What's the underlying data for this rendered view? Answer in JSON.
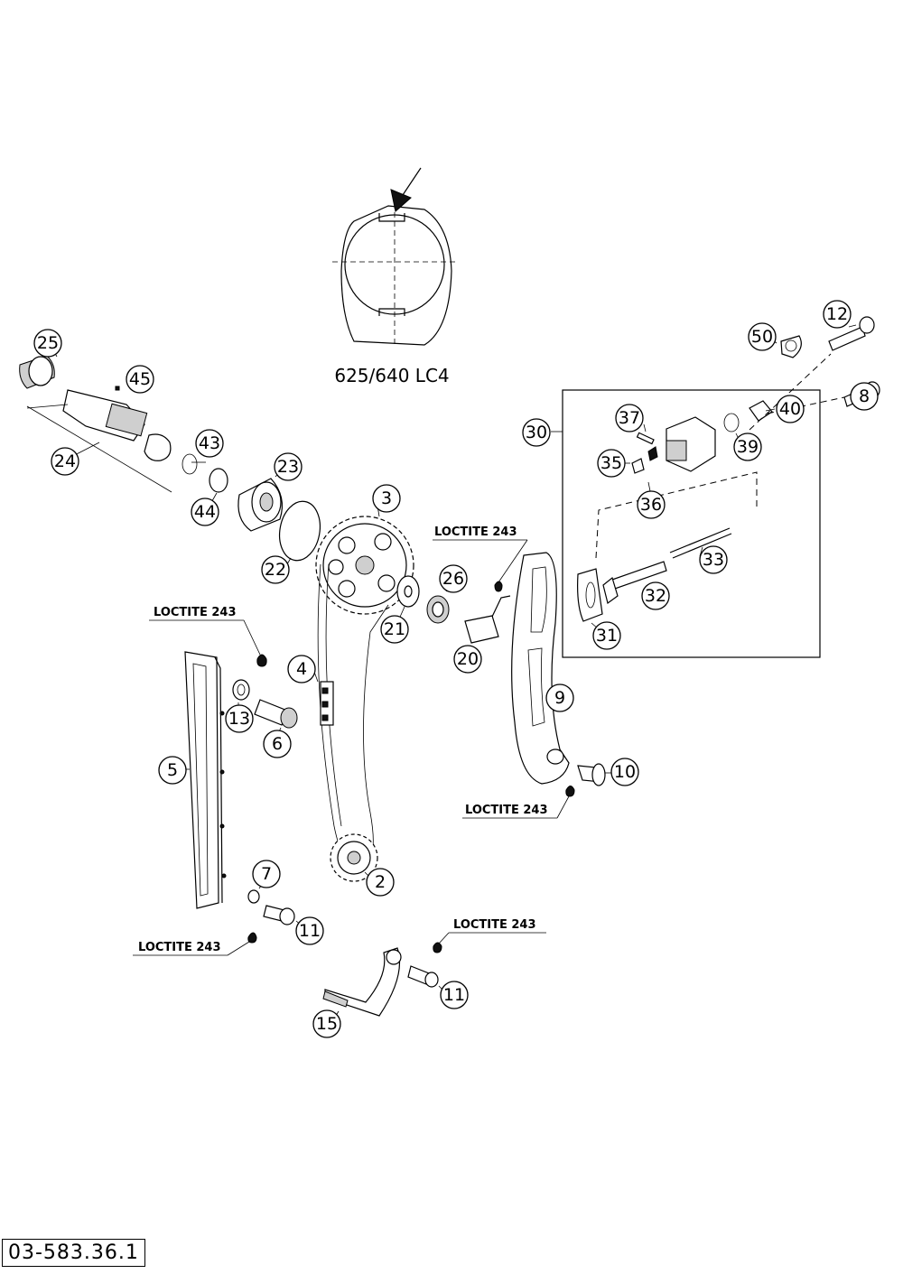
{
  "document_number": "03-583.36.1",
  "variant_caption": "625/640 LC4",
  "loctite_label": "LOCTITE 243",
  "callouts": [
    "25",
    "45",
    "24",
    "43",
    "44",
    "23",
    "22",
    "3",
    "21",
    "26",
    "20",
    "30",
    "37",
    "35",
    "36",
    "50",
    "12",
    "40",
    "39",
    "8",
    "33",
    "32",
    "31",
    "9",
    "10",
    "4",
    "13",
    "6",
    "5",
    "7",
    "11",
    "2",
    "15"
  ]
}
